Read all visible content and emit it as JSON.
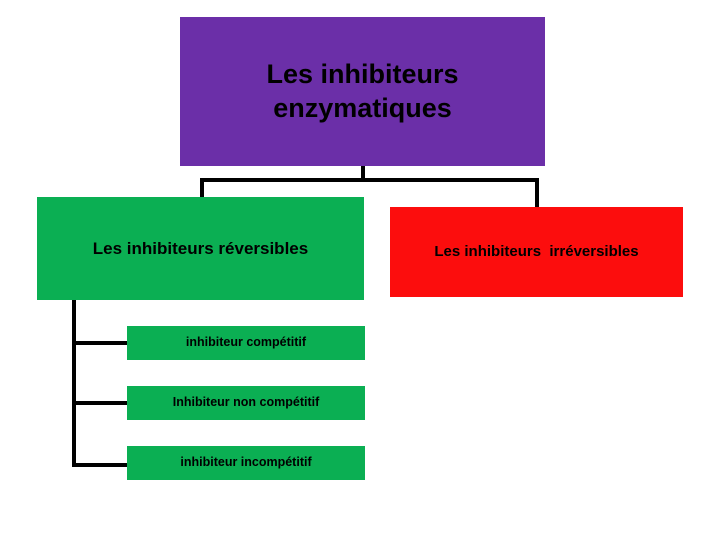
{
  "diagram": {
    "title_node": {
      "label": "Les inhibiteurs\nenzymatiques",
      "color": "#6B2FA8"
    },
    "branches": [
      {
        "label": "Les inhibiteurs réversibles",
        "color": "#0BAF53"
      },
      {
        "label": "Les inhibiteurs  irréversibles",
        "color": "#FC0D0D"
      }
    ],
    "leaves": [
      {
        "label": "inhibiteur compétitif",
        "color": "#0BAF53"
      },
      {
        "label": "Inhibiteur non compétitif",
        "color": "#0BAF53"
      },
      {
        "label": "inhibiteur incompétitif",
        "color": "#0BAF53"
      }
    ],
    "connector_color": "#000000",
    "background": "#FFFFFF"
  }
}
